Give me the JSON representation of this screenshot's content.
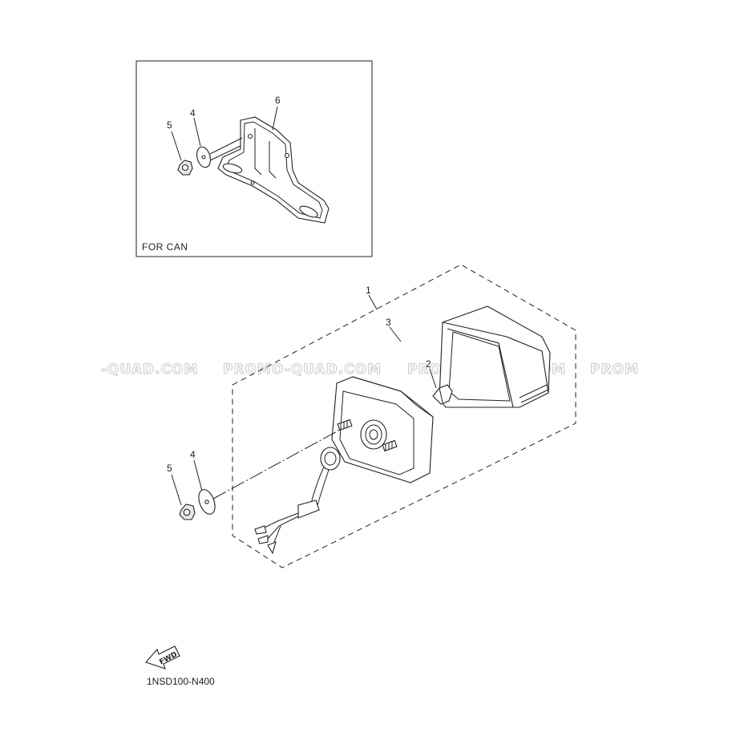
{
  "inset": {
    "label": "FOR CAN",
    "callouts": {
      "bracket": "6",
      "washer": "4",
      "nut": "5"
    }
  },
  "main": {
    "callouts": {
      "taillight_assy": "1",
      "bulb": "2",
      "lens_housing": "3",
      "washer": "4",
      "nut": "5"
    }
  },
  "watermarks": [
    "-QUAD.COM",
    "PROMO-QUAD.COM",
    "PROMO-QUAD.COM",
    "PROM"
  ],
  "fwd_label": "FWD",
  "drawing_code": "1NSD100-N400"
}
